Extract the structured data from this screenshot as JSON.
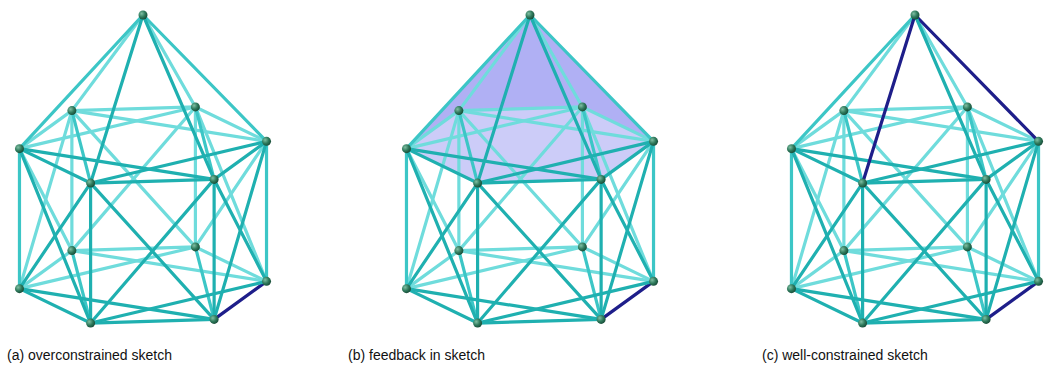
{
  "diagram": {
    "labels": [
      "(a) overconstrained sketch",
      "(b) feedback in sketch",
      "(c) well-constrained sketch"
    ]
  }
}
